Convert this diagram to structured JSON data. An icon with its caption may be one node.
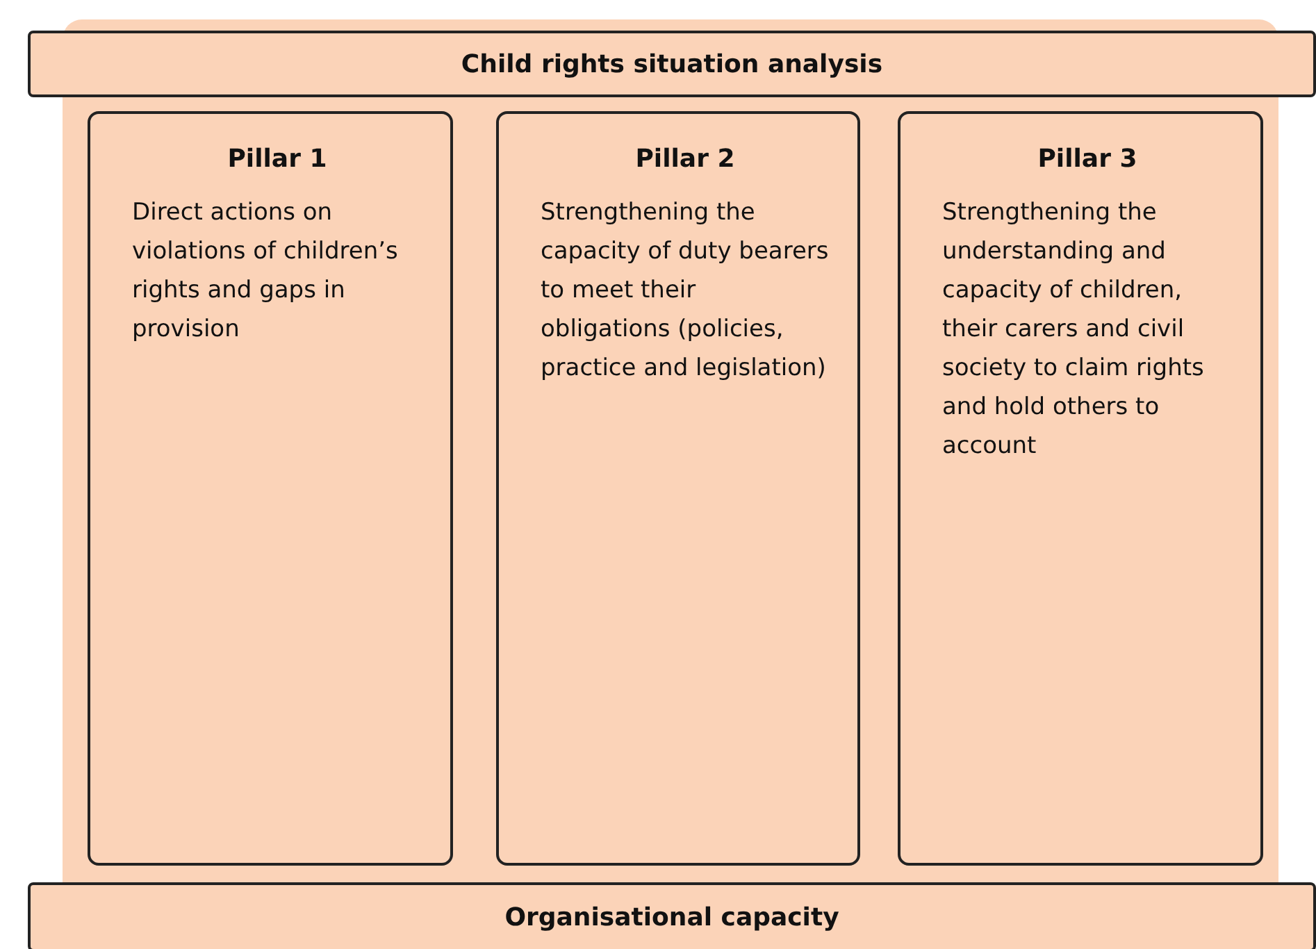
{
  "diagram": {
    "nodes": [
      {
        "text": [
          "Child rights situation analysis"
        ]
      },
      {
        "text": [
          "Pillar 1",
          "Direct actions on violations of children’s rights and gaps in provision"
        ]
      },
      {
        "text": [
          "Pillar 2",
          "Strengthening the capacity of duty bearers to meet their obligations (policies, practice and legislation)"
        ]
      },
      {
        "text": [
          "Pillar 3",
          "Strengthening the understanding and capacity of children, their carers and civil society to claim rights and hold others to account"
        ]
      },
      {
        "text": [
          "Organisational capacity"
        ]
      }
    ]
  }
}
